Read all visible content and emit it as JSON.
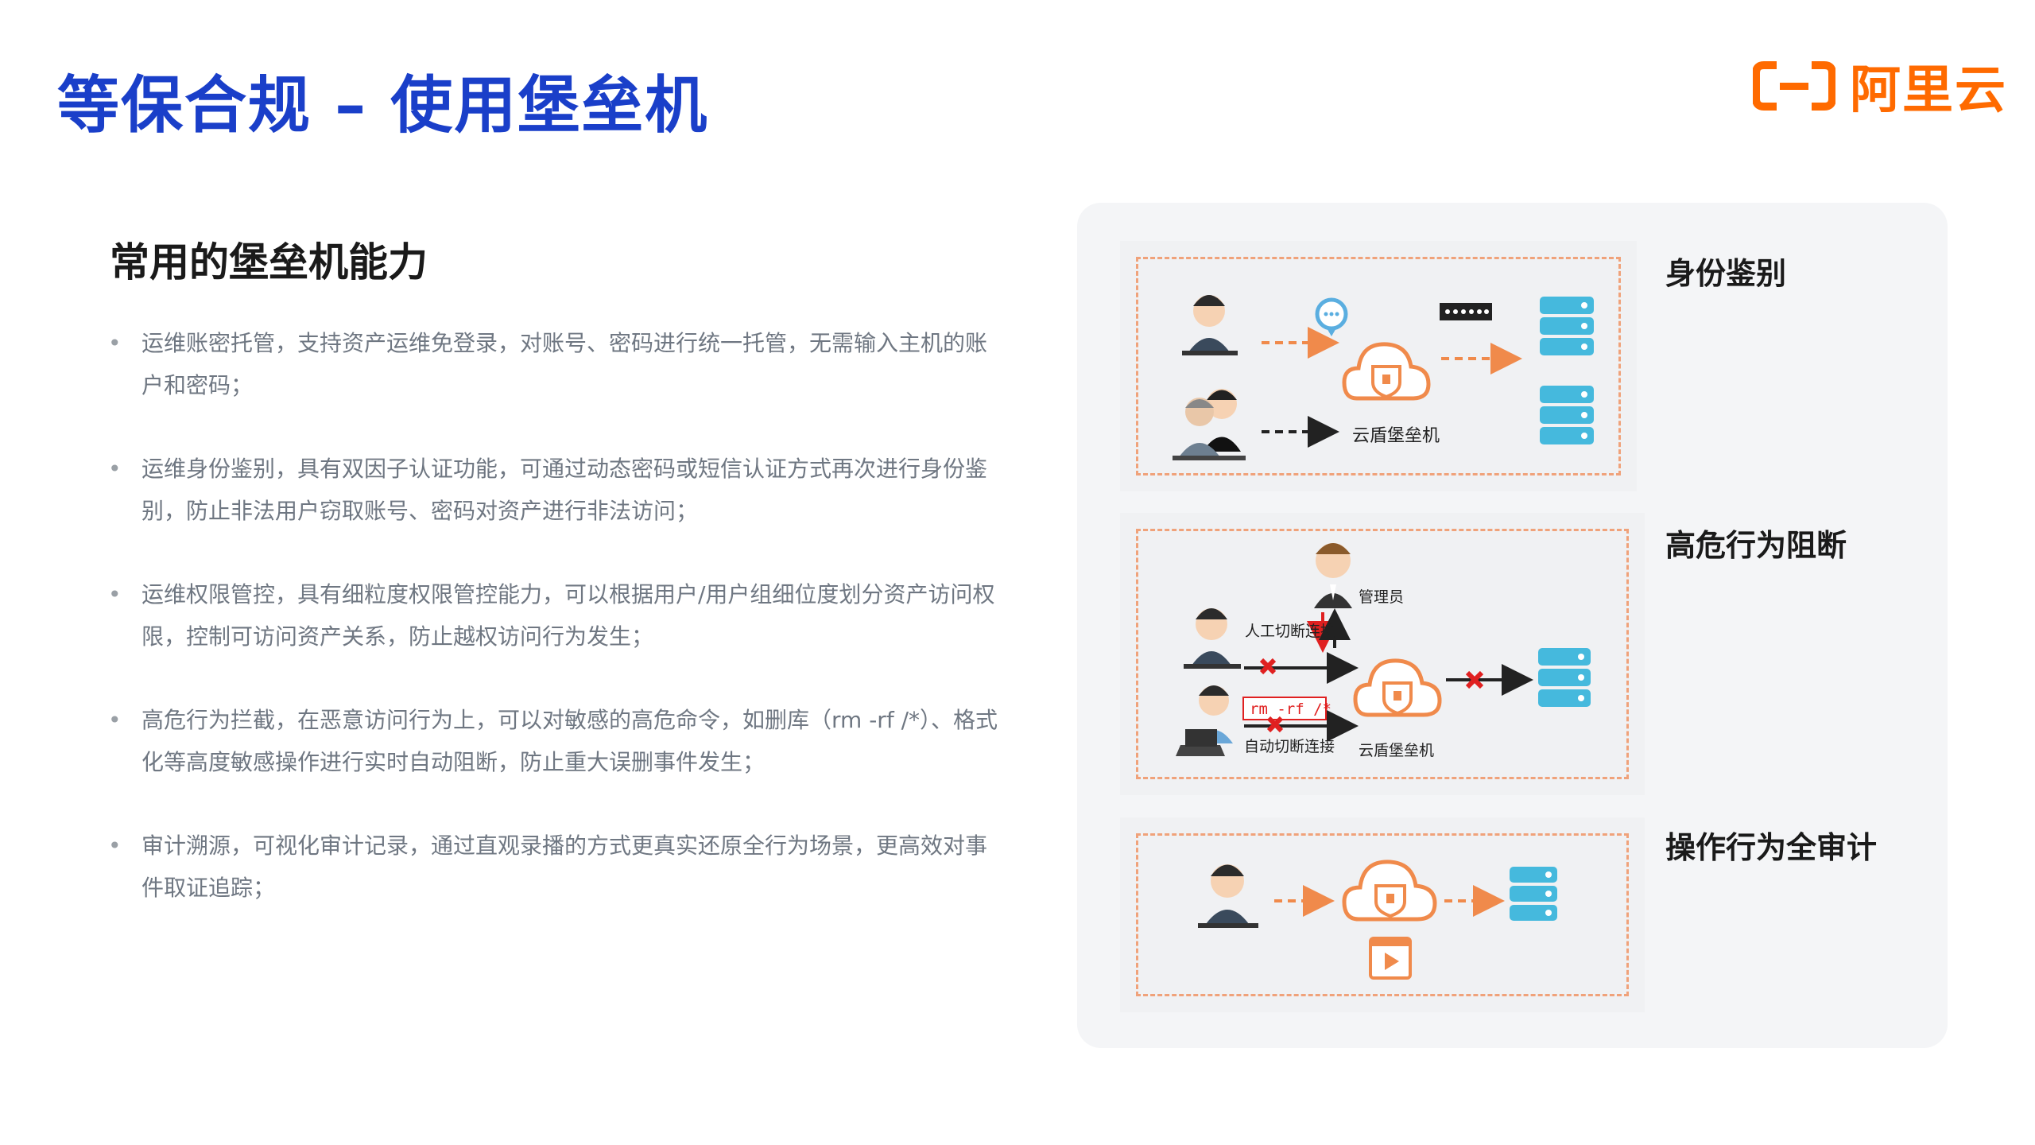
{
  "title": "等保合规 – 使用堡垒机",
  "brand": {
    "name": "阿里云",
    "color": "#ff6a00"
  },
  "accent_color": "#1a3fc9",
  "section_heading": "常用的堡垒机能力",
  "bullets": [
    "运维账密托管，支持资产运维免登录，对账号、密码进行统一托管，无需输入主机的账户和密码；",
    "运维身份鉴别，具有双因子认证功能，可通过动态密码或短信认证方式再次进行身份鉴别，防止非法用户窃取账号、密码对资产进行非法访问；",
    "运维权限管控，具有细粒度权限管控能力，可以根据用户/用户组细位度划分资产访问权限，控制可访问资产关系，防止越权访问行为发生；",
    "高危行为拦截，在恶意访问行为上，可以对敏感的高危命令，如删库（rm -rf /*）、格式化等高度敏感操作进行实时自动阻断，防止重大误删事件发生；",
    "审计溯源，可视化审计记录，通过直观录播的方式更真实还原全行为场景，更高效对事件取证追踪；"
  ],
  "cards": [
    {
      "title": "身份鉴别",
      "labels": {
        "bastion": "云盾堡垒机"
      },
      "icons": [
        "user-icon",
        "user-group-icon",
        "message-icon",
        "password-box-icon",
        "cloud-shield-icon",
        "server-icon",
        "server-icon"
      ]
    },
    {
      "title": "高危行为阻断",
      "labels": {
        "admin": "管理员",
        "manual_cut": "人工切断连接",
        "command": "rm -rf /*",
        "auto_cut": "自动切断连接",
        "bastion": "云盾堡垒机"
      },
      "icons": [
        "user-icon",
        "admin-icon",
        "laptop-user-icon",
        "cloud-shield-icon",
        "server-icon",
        "block-x-icon"
      ]
    },
    {
      "title": "操作行为全审计",
      "labels": {},
      "icons": [
        "user-icon",
        "cloud-shield-icon",
        "video-play-icon",
        "server-icon"
      ]
    }
  ]
}
